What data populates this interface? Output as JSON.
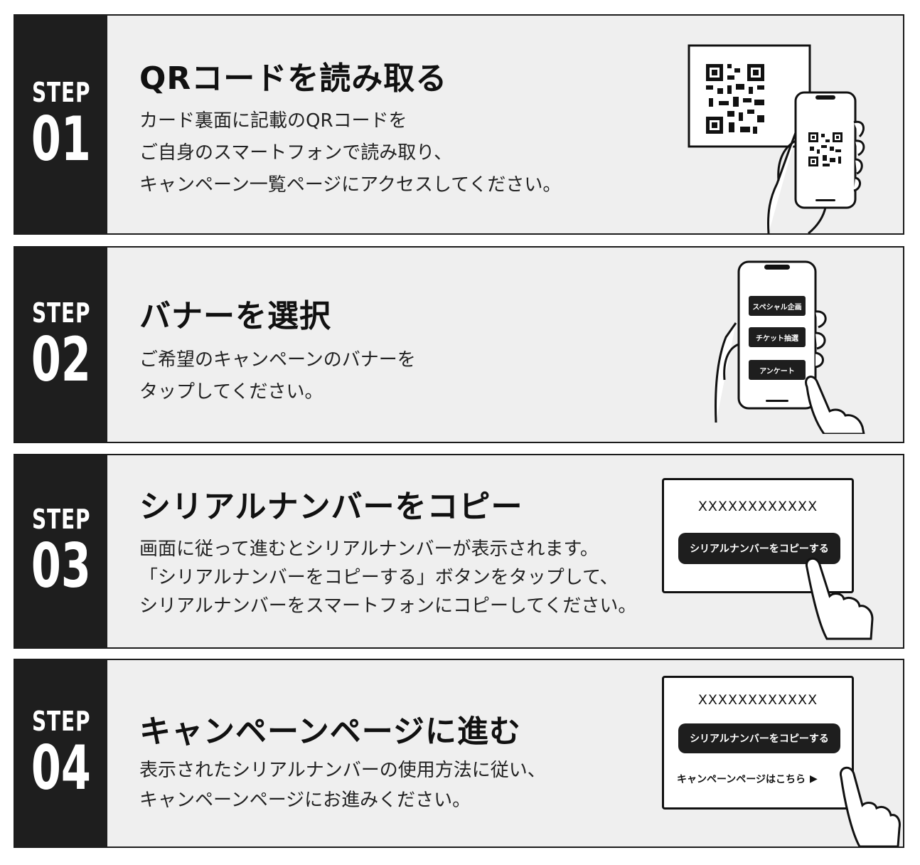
{
  "steps": [
    {
      "label": "STEP",
      "number": "01",
      "title": "QRコードを読み取る",
      "description": [
        "カード裏面に記載のQRコードを",
        "ご自身のスマートフォンで読み取り、",
        "キャンペーン一覧ページにアクセスしてください。"
      ]
    },
    {
      "label": "STEP",
      "number": "02",
      "title": "バナーを選択",
      "description": [
        "ご希望のキャンペーンのバナーを",
        "タップしてください。"
      ],
      "phone_buttons": [
        "スペシャル企画",
        "チケット抽選",
        "アンケート"
      ]
    },
    {
      "label": "STEP",
      "number": "03",
      "title": "シリアルナンバーをコピー",
      "description": [
        "画面に従って進むとシリアルナンバーが表示されます。",
        "「シリアルナンバーをコピーする」ボタンをタップして、",
        "シリアルナンバーをスマートフォンにコピーしてください。"
      ],
      "serial": "XXXXXXXXXXXX",
      "copy_button": "シリアルナンバーをコピーする"
    },
    {
      "label": "STEP",
      "number": "04",
      "title": "キャンペーンページに進む",
      "description": [
        "表示されたシリアルナンバーの使用方法に従い、",
        "キャンペーンページにお進みください。"
      ],
      "serial": "XXXXXXXXXXXX",
      "copy_button": "シリアルナンバーをコピーする",
      "campaign_link": "キャンペーンページはこちら"
    }
  ],
  "colors": {
    "dark": "#1e1e1e",
    "panel": "#efefef",
    "white": "#ffffff"
  },
  "icons": [
    "qr-card-phone-hand-icon",
    "phone-tap-hand-icon",
    "tap-hand-icon"
  ]
}
